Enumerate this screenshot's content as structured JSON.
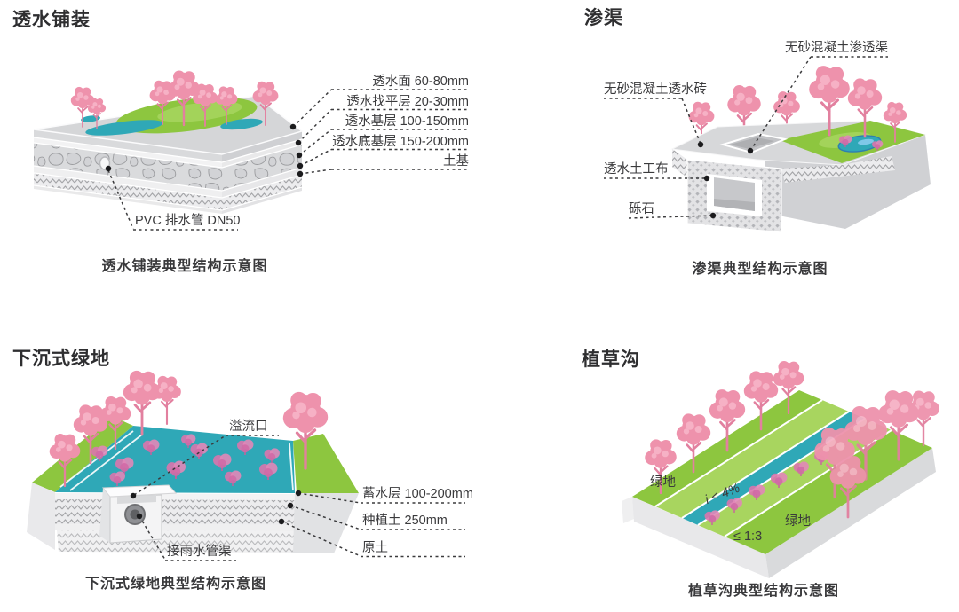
{
  "colors": {
    "tree_canopy": "#ee92ac",
    "tree_trunk": "#e2809f",
    "shrub_pink": "#da74ad",
    "grass": "#8dc63f",
    "grass_light": "#a3d35a",
    "water": "#2fa8b7",
    "pond_edge": "#2f7fb0",
    "soil_light": "#d7d8da",
    "leader_line": "#3b3b3d",
    "text": "#3a3a3c"
  },
  "quadrants": {
    "permeable_pavement": {
      "title": "透水铺装",
      "caption": "透水铺装典型结构示意图",
      "labels": {
        "surface": "透水面 60-80mm",
        "leveling": "透水找平层 20-30mm",
        "base": "透水基层 100-150mm",
        "subbase": "透水底基层 150-200mm",
        "subgrade": "土基",
        "pipe": "PVC 排水管 DN50"
      }
    },
    "infiltration_channel": {
      "title": "渗渠",
      "caption": "渗渠典型结构示意图",
      "labels": {
        "permeable_channel": "无砂混凝土渗透渠",
        "permeable_brick": "无砂混凝土透水砖",
        "geotextile": "透水土工布",
        "gravel": "砾石"
      }
    },
    "sunken_green": {
      "title": "下沉式绿地",
      "caption": "下沉式绿地典型结构示意图",
      "labels": {
        "overflow": "溢流口",
        "storage": "蓄水层 100-200mm",
        "planting_soil": "种植土 250mm",
        "native_soil": "原土",
        "rain_pipe": "接雨水管渠"
      }
    },
    "grass_swale": {
      "title": "植草沟",
      "caption": "植草沟典型结构示意图",
      "labels": {
        "green_left": "绿地",
        "slope": "i < 4%",
        "side_slope": "≤ 1:3",
        "green_right": "绿地"
      }
    }
  }
}
